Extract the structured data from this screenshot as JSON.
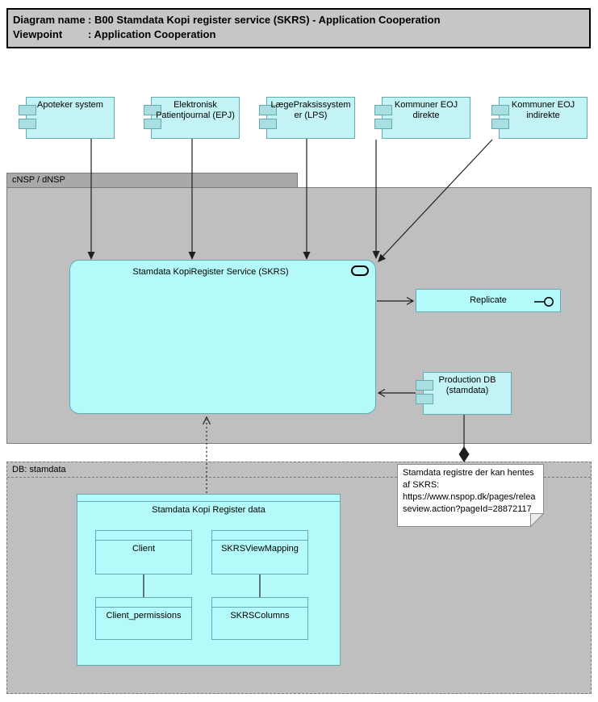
{
  "title_block": {
    "rows": [
      {
        "label": "Diagram name",
        "value": ": B00 Stamdata Kopi register service (SKRS) - Application Cooperation"
      },
      {
        "label": "Viewpoint",
        "value": ": Application Cooperation"
      }
    ]
  },
  "external_systems": [
    {
      "label": "Apoteker system"
    },
    {
      "label": "Elektronisk Patientjournal (EPJ)"
    },
    {
      "label": "LægePraksissystemer (LPS)"
    },
    {
      "label": "Kommuner EOJ direkte"
    },
    {
      "label": "Kommuner EOJ indirekte"
    }
  ],
  "groups": {
    "cnsp": {
      "label": "cNSP / dNSP"
    },
    "db": {
      "label": "DB: stamdata"
    }
  },
  "service": {
    "label": "Stamdata KopiRegister Service (SKRS)"
  },
  "replicate": {
    "label": "Replicate"
  },
  "production_db": {
    "label": "Production DB (stamdata)"
  },
  "note": {
    "text": "Stamdata registre der kan hentes af SKRS: https://www.nspop.dk/pages/releaseview.action?pageId=28872117"
  },
  "data_model": {
    "title": "Stamdata Kopi Register data",
    "tables": [
      {
        "label": "Client"
      },
      {
        "label": "SKRSViewMapping"
      },
      {
        "label": "Client_permissions"
      },
      {
        "label": "SKRSColumns"
      }
    ]
  },
  "colors": {
    "node-fill": "#c3f3f5",
    "node-border": "#62abb5",
    "tab-fill": "#a9dfe1",
    "service-fill": "#b5fafa",
    "group-fill": "#bfbfbf",
    "group-header-fill": "#a9a9a9",
    "group-border": "#7a7a7a",
    "title-fill": "#c6c6c6",
    "note-fill": "#ffffff",
    "note-border": "#8c8c8c"
  }
}
